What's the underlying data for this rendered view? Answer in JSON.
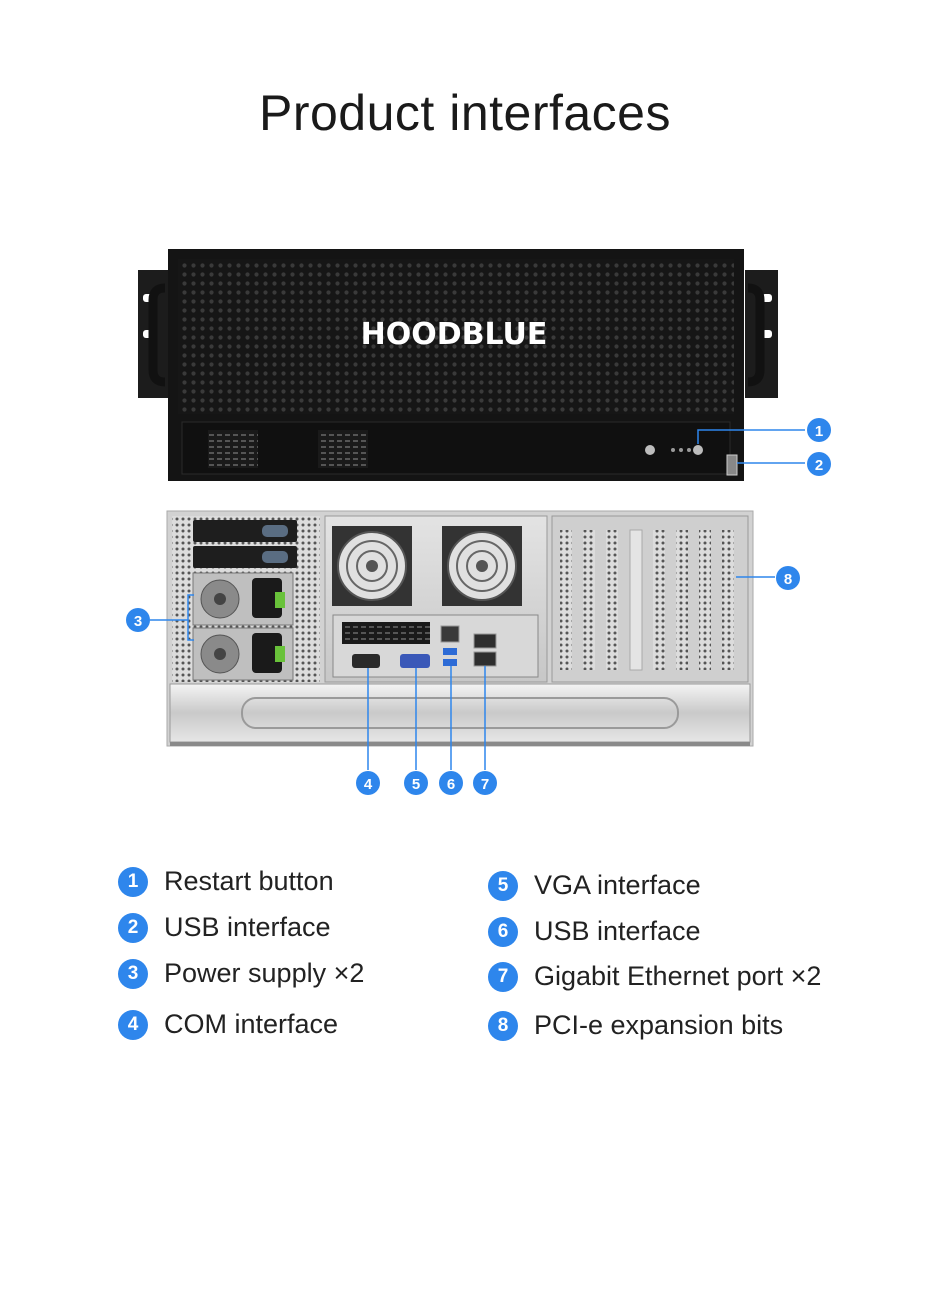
{
  "title": "Product interfaces",
  "brand": "HOODBLUE",
  "accent_color": "#2e86ec",
  "callouts": [
    "1",
    "2",
    "3",
    "4",
    "5",
    "6",
    "7",
    "8"
  ],
  "legend": {
    "left": [
      {
        "num": "1",
        "label": "Restart button"
      },
      {
        "num": "2",
        "label": "USB interface"
      },
      {
        "num": "3",
        "label": "Power supply ×2"
      },
      {
        "num": "4",
        "label": "COM interface"
      }
    ],
    "right": [
      {
        "num": "5",
        "label": "VGA interface"
      },
      {
        "num": "6",
        "label": "USB interface"
      },
      {
        "num": "7",
        "label": "Gigabit Ethernet port ×2"
      },
      {
        "num": "8",
        "label": "PCI-e expansion bits"
      }
    ]
  }
}
